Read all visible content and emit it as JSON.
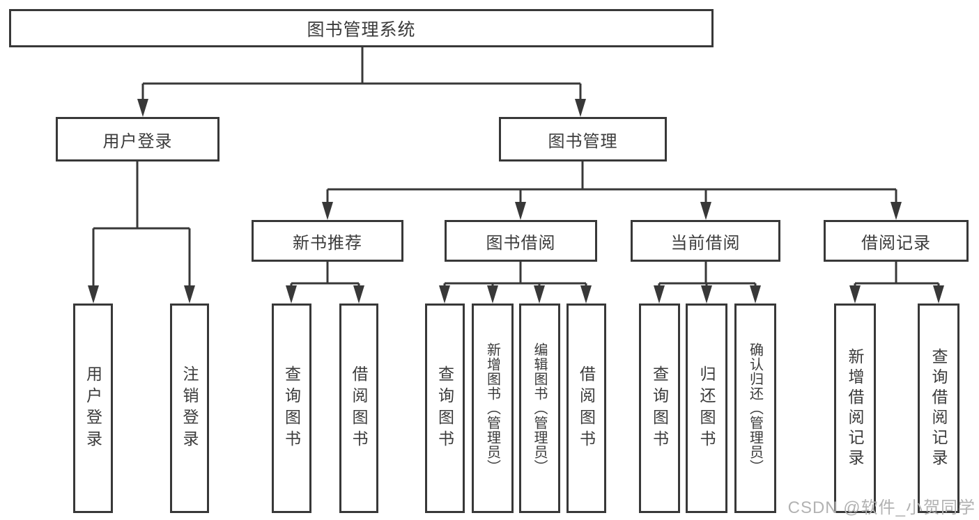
{
  "diagram": {
    "root": {
      "label": "图书管理系统",
      "children": [
        {
          "label": "用户登录",
          "children": [
            {
              "label": "用户登录"
            },
            {
              "label": "注销登录"
            }
          ]
        },
        {
          "label": "图书管理",
          "children": [
            {
              "label": "新书推荐",
              "children": [
                {
                  "label": "查询图书"
                },
                {
                  "label": "借阅图书"
                }
              ]
            },
            {
              "label": "图书借阅",
              "children": [
                {
                  "label": "查询图书"
                },
                {
                  "label": "新增图书（管理员）"
                },
                {
                  "label": "编辑图书（管理员）"
                },
                {
                  "label": "借阅图书"
                }
              ]
            },
            {
              "label": "当前借阅",
              "children": [
                {
                  "label": "查询图书"
                },
                {
                  "label": "归还图书"
                },
                {
                  "label": "确认归还（管理员）"
                }
              ]
            },
            {
              "label": "借阅记录",
              "children": [
                {
                  "label": "新增借阅记录"
                },
                {
                  "label": "查询借阅记录"
                }
              ]
            }
          ]
        }
      ]
    }
  },
  "watermark": {
    "text": "CSDN @软件_小贺同学"
  },
  "colors": {
    "line": "#383838",
    "box_border": "#383838",
    "box_fill": "#ffffff",
    "text": "#3b3b3b",
    "watermark": "#b2b2b2",
    "background": "#ffffff"
  }
}
